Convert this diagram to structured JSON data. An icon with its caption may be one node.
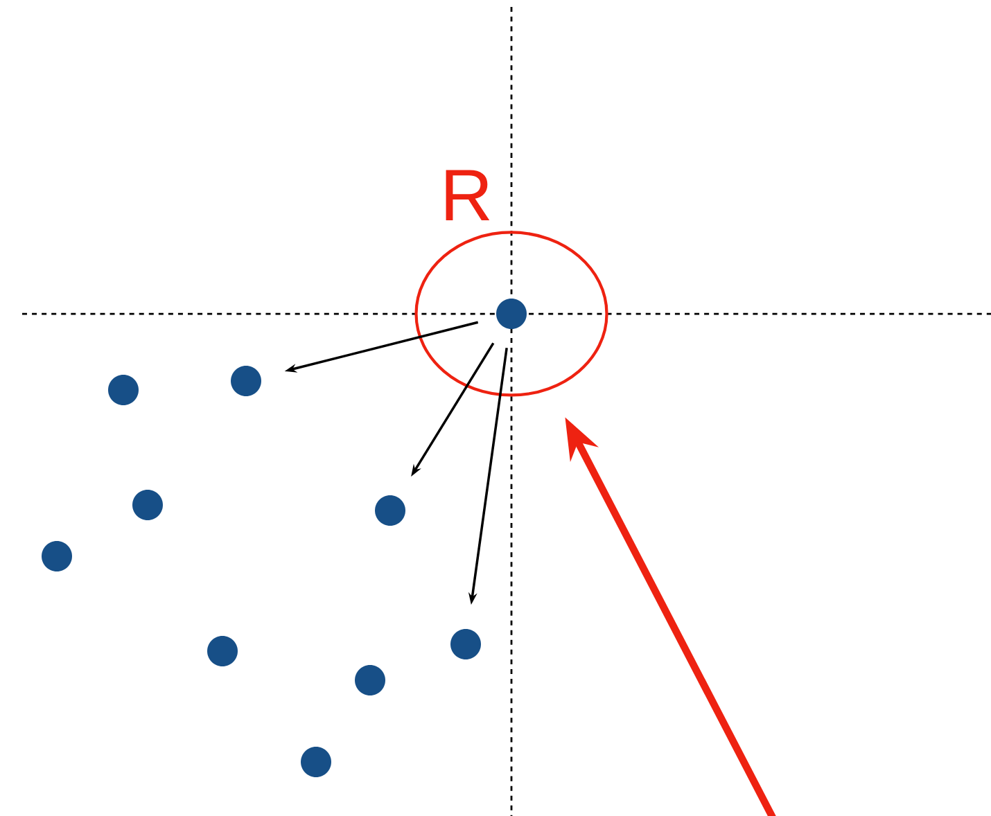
{
  "diagram": {
    "nodes": [
      {
        "text": [
          "R"
        ]
      },
      {
        "text": [],
        "shape": "circle",
        "in": 0
      },
      {
        "text": [],
        "shape": "circle"
      },
      {
        "text": [],
        "shape": "circle"
      },
      {
        "text": [],
        "shape": "circle"
      },
      {
        "text": [],
        "shape": "circle"
      },
      {
        "text": [],
        "shape": "circle"
      },
      {
        "text": [],
        "shape": "circle"
      },
      {
        "text": [],
        "shape": "circle"
      },
      {
        "text": [],
        "shape": "circle"
      },
      {
        "text": [],
        "shape": "circle"
      }
    ],
    "edges": [
      {
        "from": 1,
        "to": 2,
        "arrow": "to"
      },
      {
        "from": 1,
        "to": 5,
        "arrow": "to"
      },
      {
        "from": 1,
        "to": 7,
        "arrow": "to"
      },
      {
        "from": null,
        "to": 0,
        "arrow": "to",
        "style": "thick",
        "color": "#ee2211"
      }
    ]
  }
}
